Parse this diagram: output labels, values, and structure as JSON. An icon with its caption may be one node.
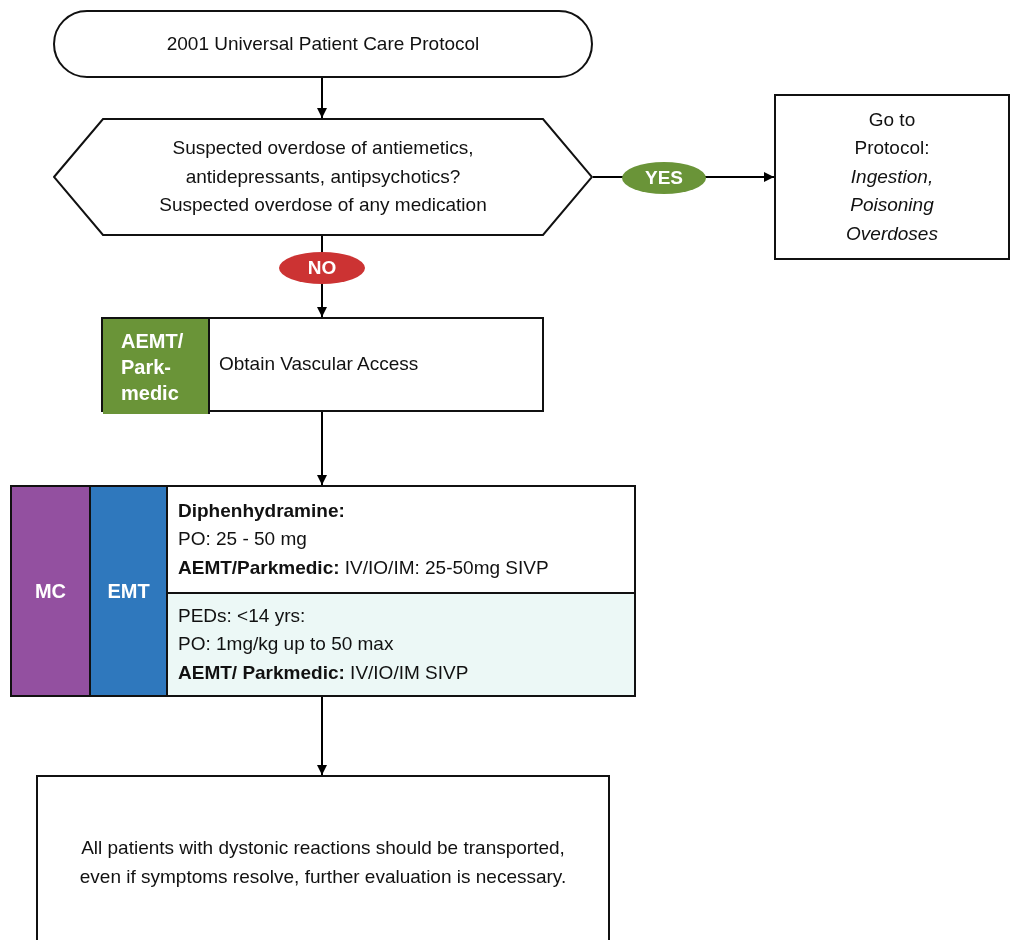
{
  "diagram": {
    "nodes": [
      {
        "text": [
          "2001 Universal Patient Care Protocol"
        ]
      },
      {
        "text": [
          "Suspected overdose of antiemetics, antidepressants, antipsychotics?",
          "Suspected overdose of any medication"
        ]
      },
      {
        "text": [
          "Go to Protocol:",
          "Ingestion, Poisoning Overdoses"
        ]
      },
      {
        "text": [
          "Obtain Vascular Access"
        ]
      },
      {
        "text": [
          "AEMT/ Park- medic"
        ],
        "in": 3
      },
      {
        "text": [],
        "shape": "box"
      },
      {
        "text": [
          "MC"
        ],
        "in": 5
      },
      {
        "text": [
          "EMT"
        ],
        "in": 5
      },
      {
        "text": [
          "Diphenhydramine:",
          "PO: 25 - 50 mg",
          "**AEMT/Parkmedic:** IV/IO/IM: 25-50mg SIVP"
        ],
        "in": 5
      },
      {
        "text": [
          "PEDs: <14 yrs:",
          "PO: 1mg/kg up to 50 max",
          "**AEMT/ Parkmedic:** IV/IO/IM SIVP"
        ],
        "in": 5
      },
      {
        "text": [
          "All patients with dystonic reactions should be transported, even if symptoms resolve, further evaluation is necessary."
        ]
      }
    ],
    "edges": [
      {
        "from": 0,
        "to": 1,
        "arrow": "to"
      },
      {
        "from": 1,
        "to": 2,
        "arrow": "to",
        "label": "YES"
      },
      {
        "from": 1,
        "to": 3,
        "arrow": "to",
        "label": "NO"
      },
      {
        "from": 3,
        "to": 5,
        "arrow": "to"
      },
      {
        "from": 5,
        "to": 10,
        "arrow": "to"
      }
    ]
  }
}
